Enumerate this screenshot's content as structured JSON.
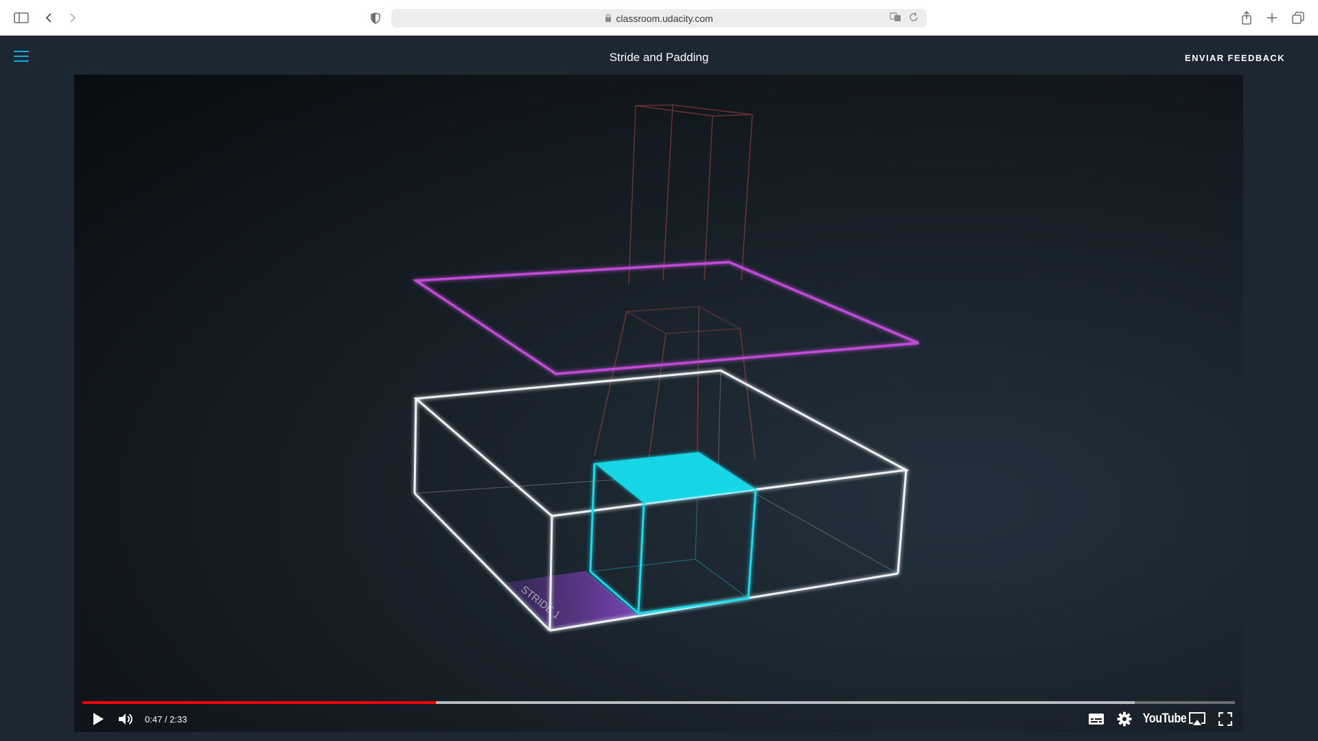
{
  "browser": {
    "url": "classroom.udacity.com",
    "icons": [
      "sidebar-toggle-icon",
      "back-arrow-icon",
      "forward-arrow-icon",
      "privacy-shield-icon",
      "lock-icon",
      "translate-icon",
      "reload-icon",
      "share-icon",
      "new-tab-icon",
      "tab-overview-icon"
    ]
  },
  "header": {
    "title": "Stride and Padding",
    "feedback_label": "ENVIAR FEEDBACK",
    "accent": "#02b3e4"
  },
  "video": {
    "current_time": "0:47",
    "duration": "2:33",
    "time_label": "0:47 / 2:33",
    "played_fraction": 0.307,
    "buffered_fraction": 0.913,
    "scene_label": "STRIDE 1",
    "brand": "YouTube",
    "colors": {
      "played": "#ff0000",
      "plane": "#c04bd6",
      "kernel": "#18e0f0",
      "column": "#b5473a"
    }
  }
}
